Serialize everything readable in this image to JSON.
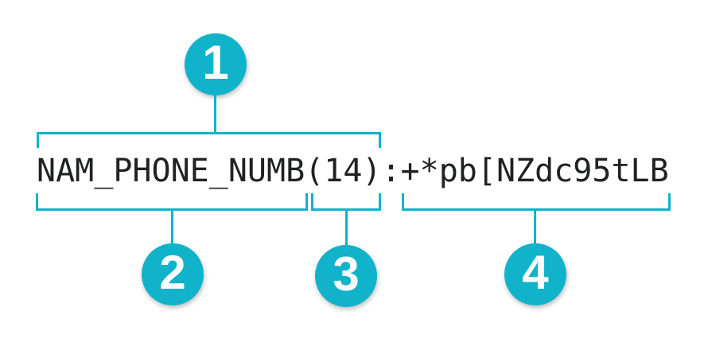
{
  "diagram": {
    "token_text": "NAM_PHONE_NUMB(14):+*pb[NZdc95tLB",
    "annotations": [
      {
        "number": "1",
        "segment": "NAM_PHONE_NUMB(14)"
      },
      {
        "number": "2",
        "segment": "NAM_PHONE_NUMB"
      },
      {
        "number": "3",
        "segment": "(14)"
      },
      {
        "number": "4",
        "segment": "+*pb[NZdc95tLB"
      }
    ],
    "colors": {
      "accent": "#10b3c9",
      "text": "#202124",
      "badge_number": "#ffffff",
      "background": "#ffffff"
    }
  }
}
